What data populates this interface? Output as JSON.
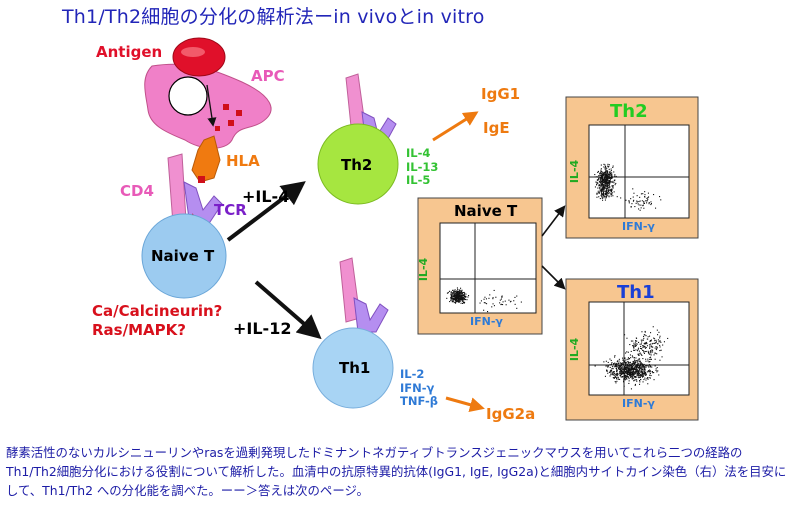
{
  "title": "Th1/Th2細胞の分化の解析法ーin vivoとin vitro",
  "cells": {
    "antigen": "Antigen",
    "apc": "APC",
    "hla": "HLA",
    "cd4": "CD4",
    "tcr": "TCR",
    "naive_t": "Naive T",
    "th2": "Th2",
    "th1": "Th1"
  },
  "signaling_question": [
    "Ca/Calcineurin?",
    "Ras/MAPK?"
  ],
  "stimuli": {
    "il4": "+IL-4",
    "il12": "+IL-12"
  },
  "th2_cytokines": [
    "IL-4",
    "IL-13",
    "IL-5"
  ],
  "th1_cytokines": [
    "IL-2",
    "IFN-γ",
    "TNF-β"
  ],
  "antibodies": {
    "th2": [
      "IgG1",
      "IgE"
    ],
    "th1": "IgG2a"
  },
  "facs_panels": [
    {
      "title": "Naive T",
      "title_color": "#000000",
      "x_axis": "IFN-γ",
      "y_axis": "IL-4"
    },
    {
      "title": "Th2",
      "title_color": "#22cc22",
      "x_axis": "IFN-γ",
      "y_axis": "IL-4"
    },
    {
      "title": "Th1",
      "title_color": "#1a3fd6",
      "x_axis": "IFN-γ",
      "y_axis": "IL-4"
    }
  ],
  "caption": "酵素活性のないカルシニューリンやrasを過剰発現したドミナントネガティブトランスジェニックマウスを用いてこれら二つの経路のTh1/Th2細胞分化における役割について解析した。血清中の抗原特異的抗体(IgG1, IgE, IgG2a)と細胞内サイトカイン染色（右）法を目安にして、Th1/Th2 への分化能を調べた。ーー＞答えは次のページ。",
  "colors": {
    "title": "#2226b8",
    "antigen": "#e0102a",
    "apc": "#f080c8",
    "cd4": "#f090d0",
    "tcr": "#b58ef0",
    "tcr_label": "#7a1fc8",
    "hla": "#f07a10",
    "naive_t": "#9ccbf0",
    "th2": "#a6e640",
    "th1": "#a8d4f4",
    "th2_cytokines": "#33c233",
    "th1_cytokines": "#2e7ad6",
    "antibody": "#ee7a10",
    "question": "#d8101c",
    "facs_bg": "#f7c690",
    "caption": "#1c1ca6"
  }
}
